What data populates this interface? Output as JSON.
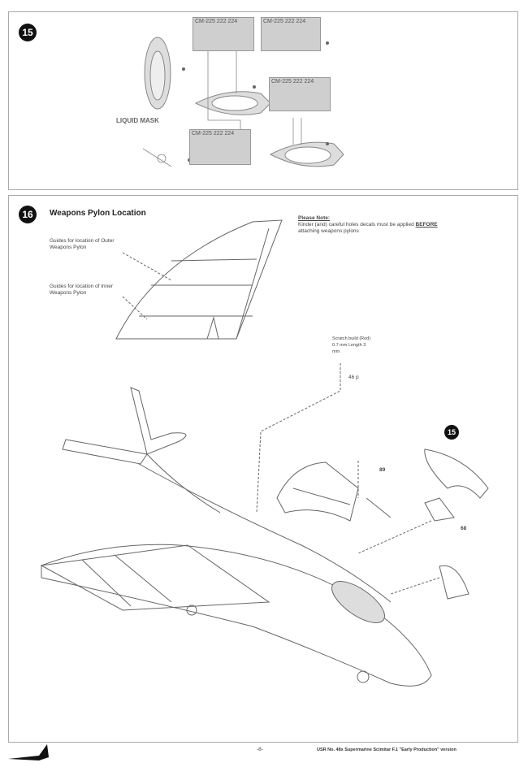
{
  "step15": {
    "number": "15",
    "liquid_mask_label": "LIQUID MASK",
    "decal_code": "CM-225 222 224"
  },
  "step16": {
    "number": "16",
    "title": "Weapons Pylon Location",
    "outer_guide": "Guides for location of Outer Weapons Pylon",
    "inner_guide": "Guides for location of Inner Weapons Pylon",
    "note_title": "Please Note:",
    "note_text": "Kinder (and) careful holes decals must be applied",
    "note_emph": "BEFORE",
    "note_tail": "attaching weapons pylons",
    "scratch_note": "Scratch build (Rod) 0.7 mm Length 3 mm",
    "part_46": "46 p",
    "part_89": "89",
    "part_68": "68",
    "sub_step": "15"
  },
  "footer": {
    "page": "-8-",
    "caption": "USR No. 48x Supermarine Scimitar F.1 \"Early Production\" version"
  }
}
